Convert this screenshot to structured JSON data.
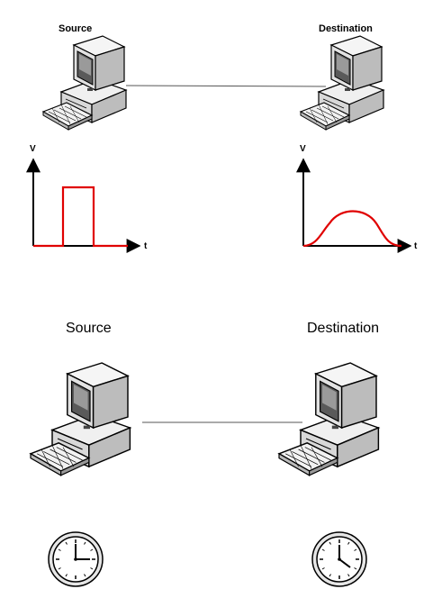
{
  "top_scene": {
    "source_label": "Source",
    "destination_label": "Destination",
    "source_plot": {
      "y_axis_label": "V",
      "x_axis_label": "t",
      "signal": "square-pulse"
    },
    "destination_plot": {
      "y_axis_label": "V",
      "x_axis_label": "t",
      "signal": "rounded-pulse"
    }
  },
  "bottom_scene": {
    "source_label": "Source",
    "destination_label": "Destination",
    "source_clock": {
      "hour": 12,
      "minute": 15
    },
    "destination_clock": {
      "hour": 12,
      "minute": 22
    }
  },
  "colors": {
    "signal": "#e00000",
    "axis": "#000000",
    "link": "#555555"
  },
  "icons": [
    "computer-icon",
    "clock-icon"
  ]
}
